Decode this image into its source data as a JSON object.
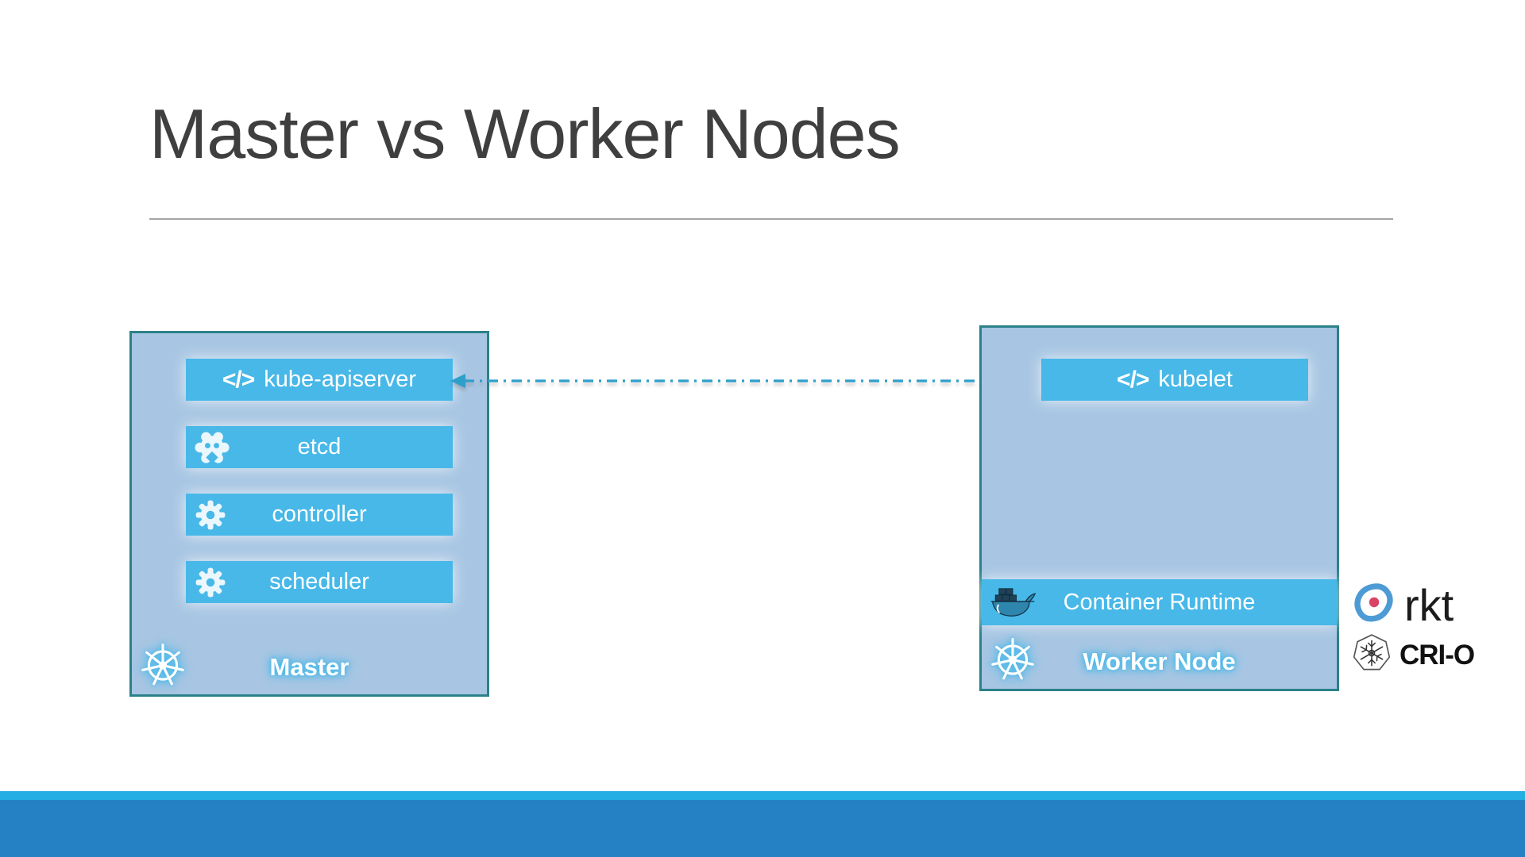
{
  "title": "Master vs Worker Nodes",
  "colors": {
    "bar_blue": "#47B8E8",
    "box_fill": "#A8C6E3",
    "box_border": "#2B818A",
    "arrow": "#2E9FC9",
    "footer_strip": "#25AEE4",
    "footer_band": "#2580C4",
    "title_gray": "#3F3F3F",
    "label_glow": "#4AB8E8"
  },
  "master_box": {
    "label": "Master",
    "components": [
      {
        "icon": "code-icon",
        "icon_text": "</>",
        "label": "kube-apiserver"
      },
      {
        "icon": "etcd-gear-icon",
        "label": "etcd"
      },
      {
        "icon": "gear-icon",
        "label": "controller"
      },
      {
        "icon": "gear-icon",
        "label": "scheduler"
      }
    ]
  },
  "worker_box": {
    "label": "Worker Node",
    "components": [
      {
        "icon": "code-icon",
        "icon_text": "</>",
        "label": "kubelet"
      },
      {
        "icon": "docker-whale-icon",
        "label": "Container Runtime"
      }
    ]
  },
  "connection": {
    "style": "dash-dot-double-arrow",
    "from": "kube-apiserver",
    "to": "kubelet"
  },
  "alternative_runtimes": [
    {
      "icon": "rkt-icon",
      "label": "rkt"
    },
    {
      "icon": "crio-icon",
      "label": "CRI-O"
    }
  ]
}
